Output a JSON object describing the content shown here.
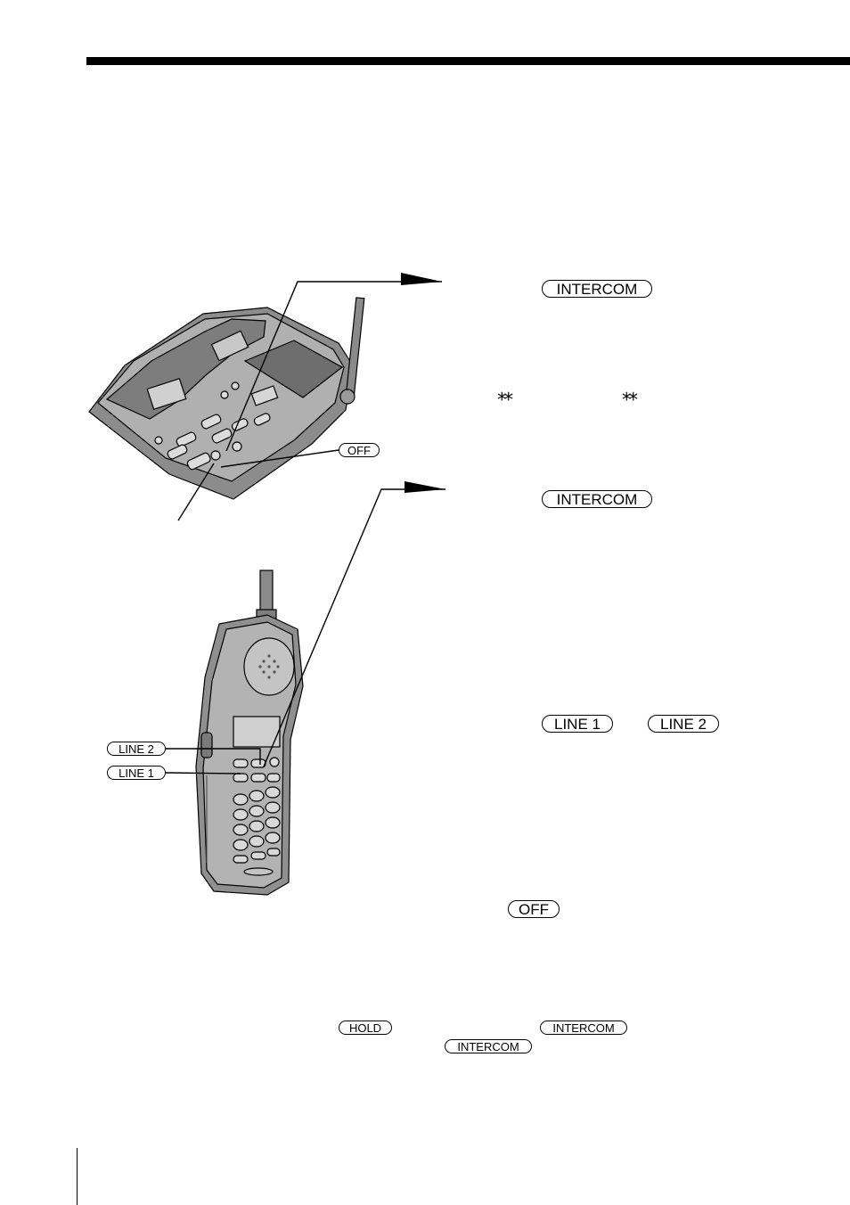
{
  "keys": {
    "intercom_1": "INTERCOM",
    "intercom_2": "INTERCOM",
    "off_callout": "OFF",
    "line2_callout": "LINE 2",
    "line1_callout": "LINE 1",
    "line1_step": "LINE 1",
    "line2_step": "LINE 2",
    "off_step": "OFF",
    "hold_note": "HOLD",
    "intercom_note_1": "INTERCOM",
    "intercom_note_2": "INTERCOM"
  },
  "symbols": {
    "asterisk_1": "⁎⁎",
    "asterisk_2": "⁎⁎"
  }
}
